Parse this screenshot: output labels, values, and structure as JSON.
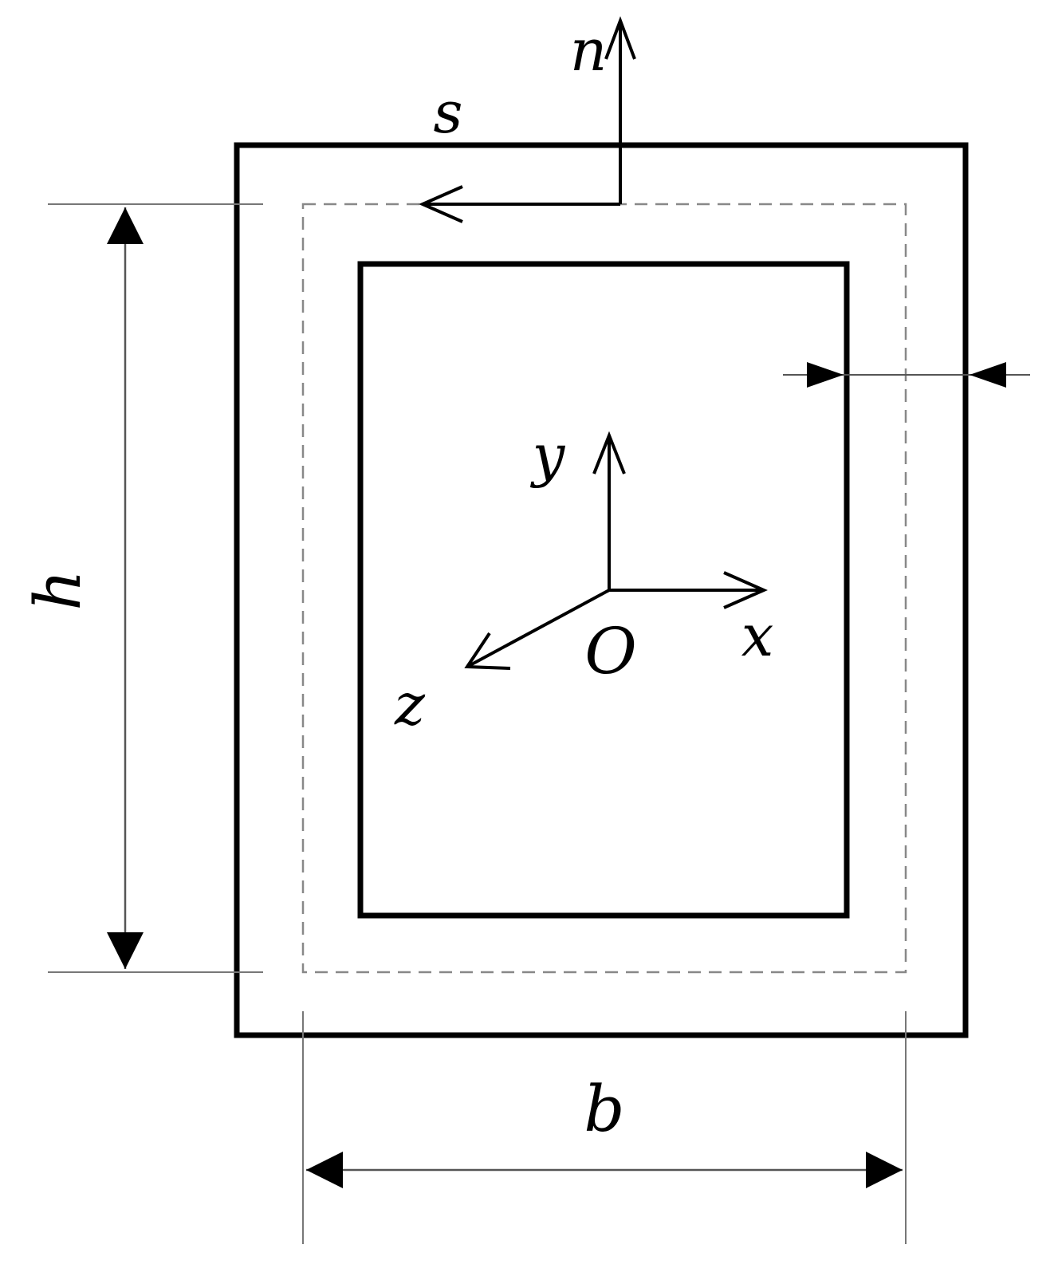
{
  "labels": {
    "n": "n",
    "s": "s",
    "y": "y",
    "x": "x",
    "z": "z",
    "origin": "O",
    "h": "h",
    "b": "b"
  },
  "colors": {
    "line": "#000000",
    "thin": "#777777",
    "dashed": "#888888",
    "background": "#ffffff"
  }
}
